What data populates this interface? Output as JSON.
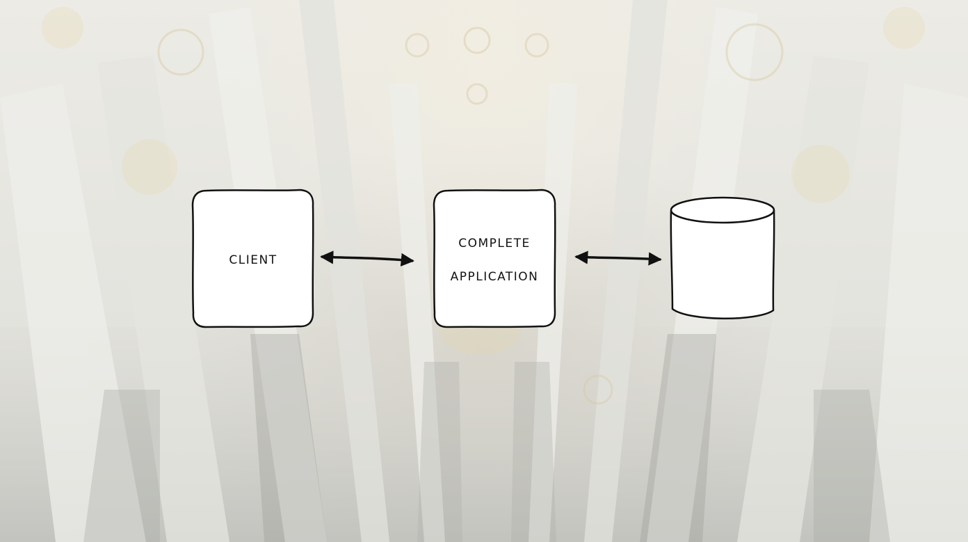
{
  "diagram": {
    "client": {
      "label": "CLIENT"
    },
    "application": {
      "line1": "COMPLETE",
      "line2": "APPLICATION"
    },
    "database": {
      "label": ""
    }
  },
  "colors": {
    "box_fill": "#ffffff",
    "stroke": "#111111",
    "arrow": "#111111"
  }
}
